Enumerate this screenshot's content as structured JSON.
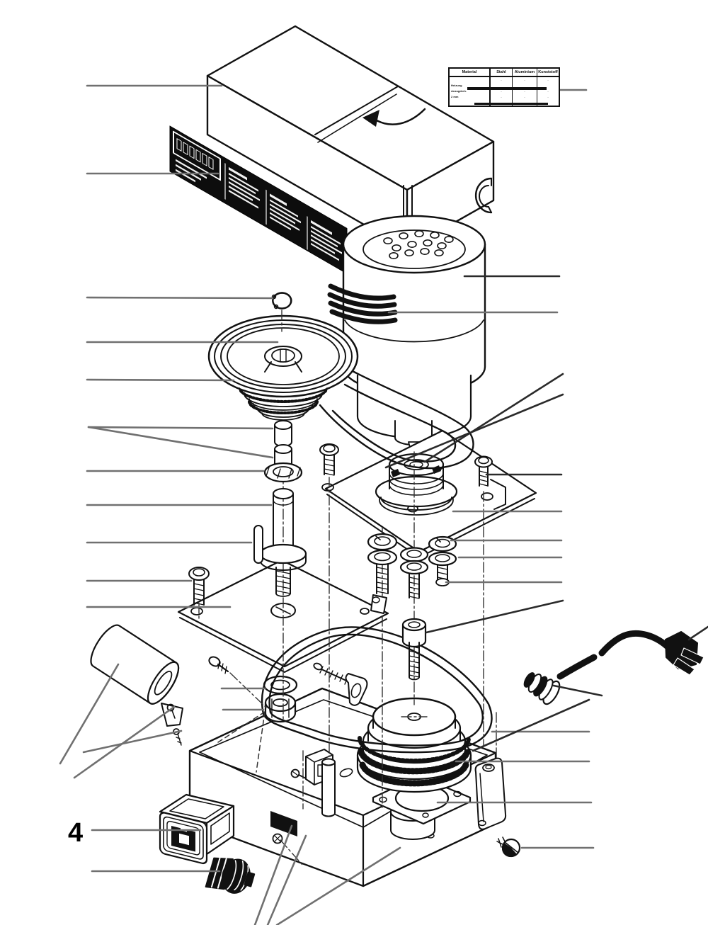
{
  "figure": {
    "callout_label": "4",
    "type": "exploded-parts-diagram"
  },
  "materials_table": {
    "headers": [
      "Material",
      "Stahl",
      "Aluminium",
      "Kunststoff"
    ],
    "rows": [
      {
        "label": "",
        "cells": [
          "-",
          "-",
          "-"
        ]
      },
      {
        "label": "Heizung",
        "cells": [
          "",
          "",
          ""
        ]
      },
      {
        "label": "Anzugdreh.",
        "cells": [
          "-",
          "-",
          "-"
        ]
      },
      {
        "label": "2 mm",
        "cells": [
          "-",
          "-",
          "-"
        ]
      },
      {
        "label": "",
        "cells": [
          "",
          "-",
          ""
        ]
      }
    ]
  },
  "colors": {
    "ink": "#111111",
    "leader": "#707070",
    "nameplate_bg": "#0d0d0d",
    "paper": "#ffffff"
  }
}
